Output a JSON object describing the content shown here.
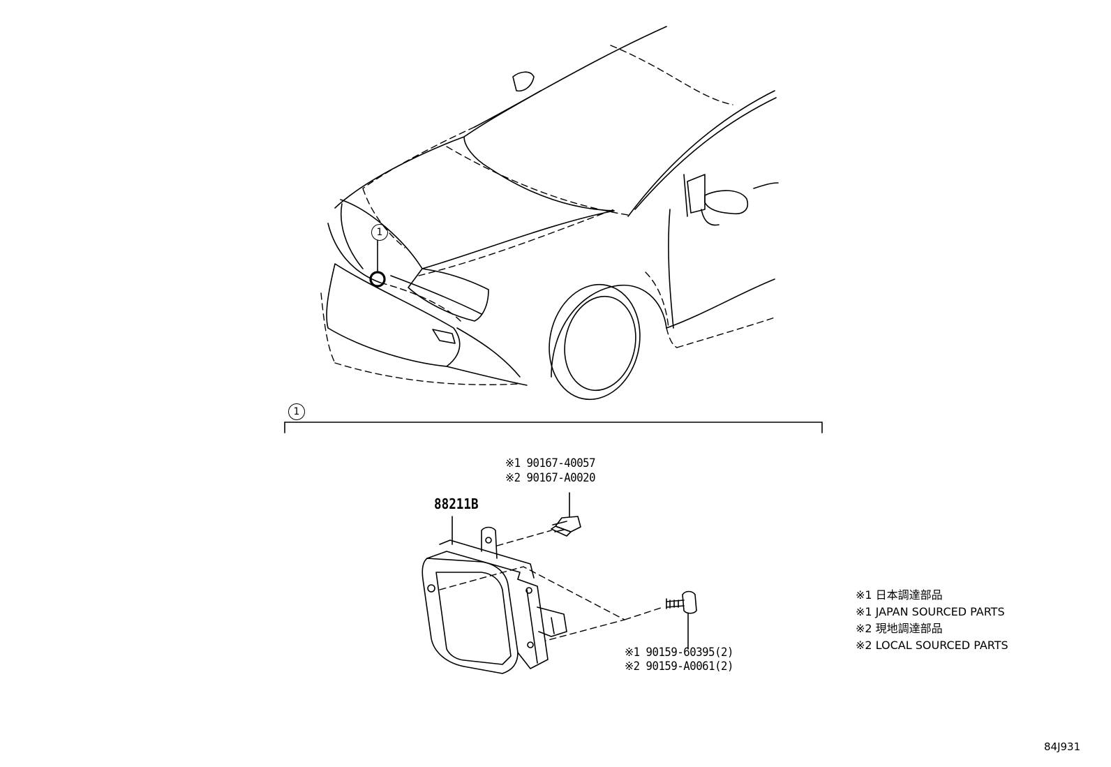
{
  "callouts": {
    "ref_1_car": "1",
    "ref_1_group": "1"
  },
  "parts": {
    "sensor": "88211B",
    "bolt_top_jp": "※1 90167-40057",
    "bolt_top_local": "※2 90167-A0020",
    "bolt_bottom_jp": "※1 90159-60395(2)",
    "bolt_bottom_local": "※2 90159-A0061(2)"
  },
  "legend": {
    "items": [
      "※1 日本調達部品",
      "※1 JAPAN SOURCED PARTS",
      "※2 現地調達部品",
      "※2 LOCAL SOURCED PARTS"
    ]
  },
  "figure_code": "84J931"
}
